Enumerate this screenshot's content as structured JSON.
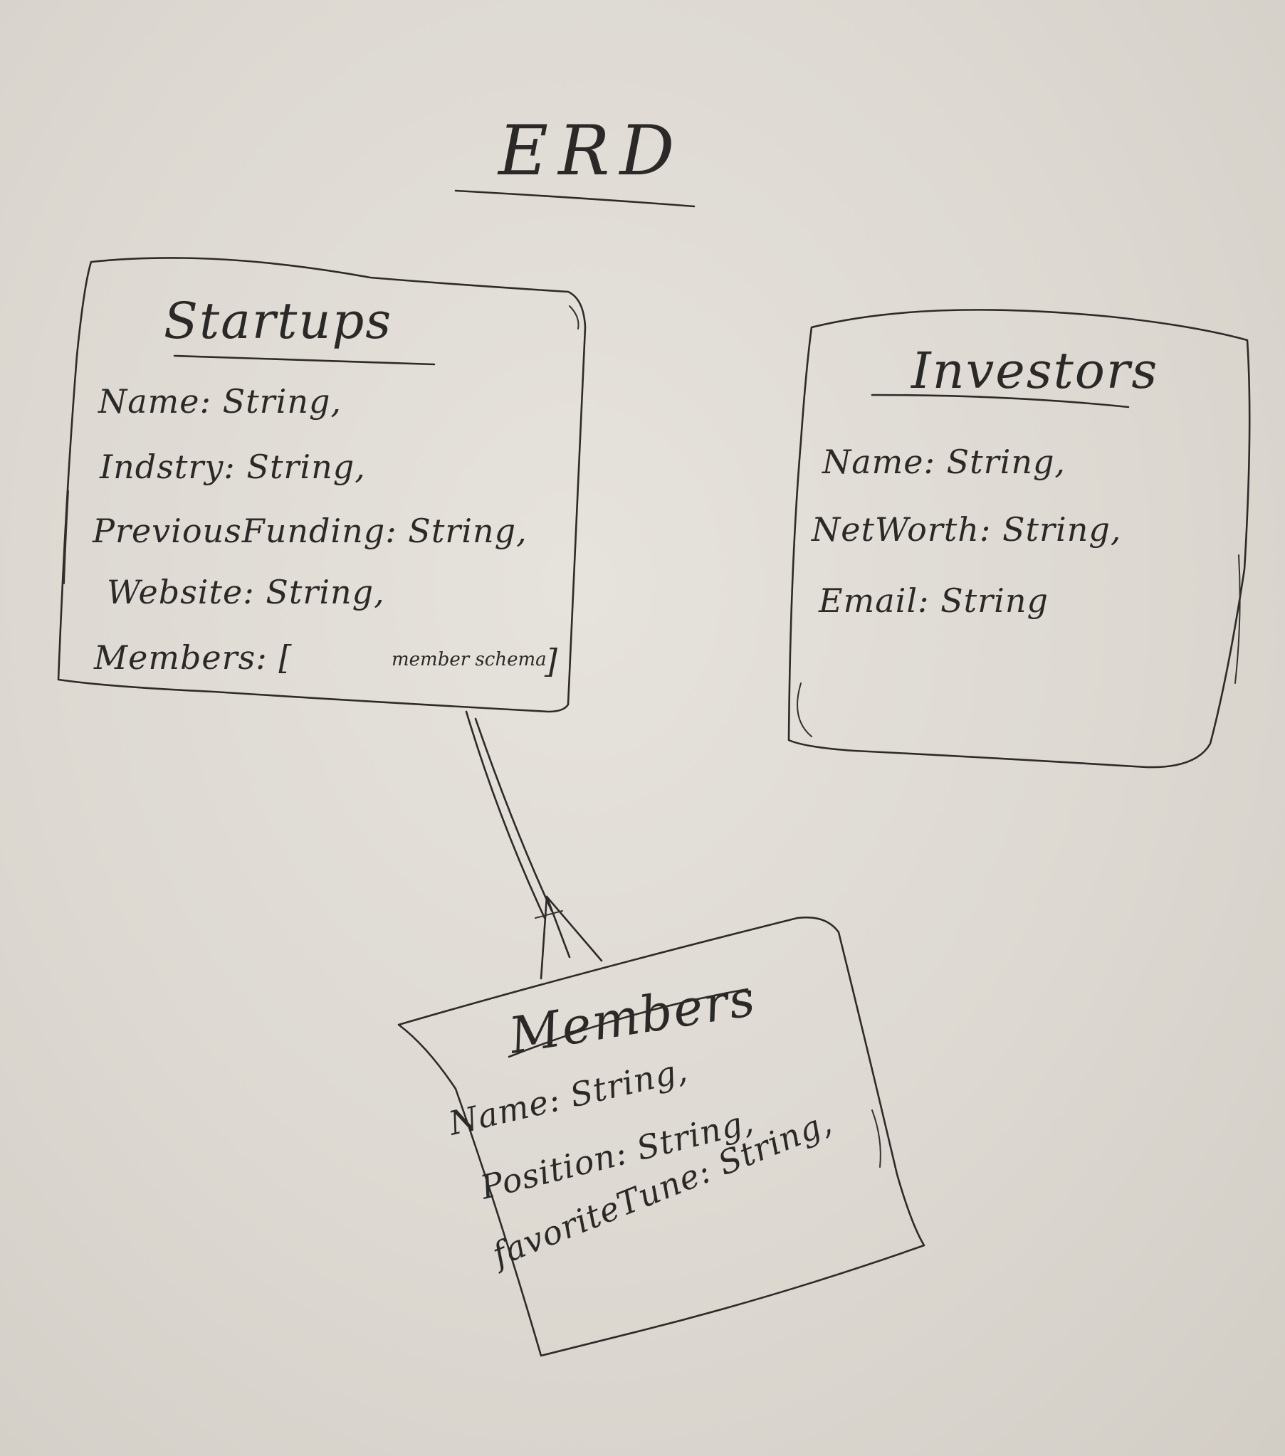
{
  "diagram": {
    "title": "ERD",
    "entities": [
      {
        "id": "startups",
        "name": "Startups",
        "fields": [
          "Name: String,",
          "Indstry: String,",
          "PreviousFunding: String,",
          "Website: String,",
          "Members: ["
        ],
        "members_ref": "member schema",
        "members_close": "]"
      },
      {
        "id": "investors",
        "name": "Investors",
        "fields": [
          "Name: String,",
          "NetWorth: String,",
          "Email: String"
        ]
      },
      {
        "id": "members",
        "name": "Members",
        "fields": [
          "Name: String,",
          "Position: String,",
          "favoriteTune: String,"
        ]
      }
    ],
    "relationships": [
      {
        "from": "startups",
        "to": "members",
        "cardinality": "one-to-many"
      }
    ]
  }
}
